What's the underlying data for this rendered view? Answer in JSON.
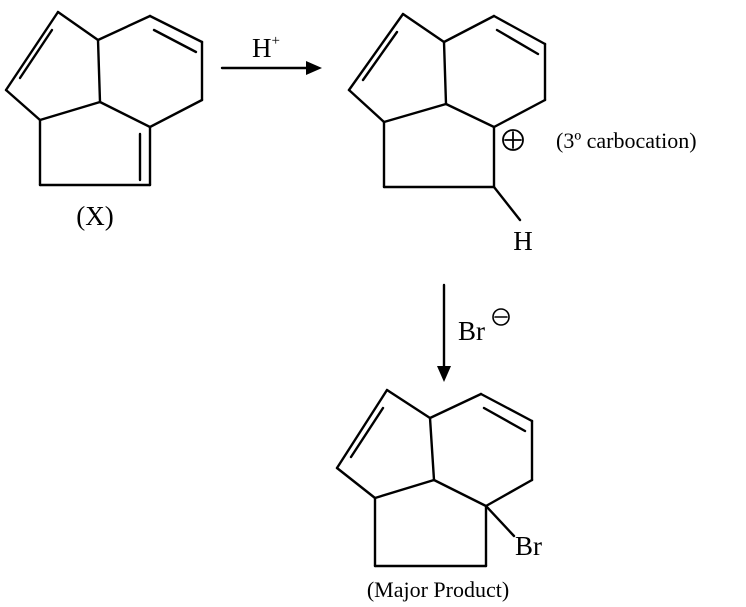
{
  "reaction": {
    "reactant_label": "(X)",
    "step1_reagent": "H",
    "step1_reagent_charge": "+",
    "intermediate_note": "(3º carbocation)",
    "intermediate_h": "H",
    "step2_reagent": "Br",
    "product_substituent": "Br",
    "product_label": "(Major Product)"
  }
}
